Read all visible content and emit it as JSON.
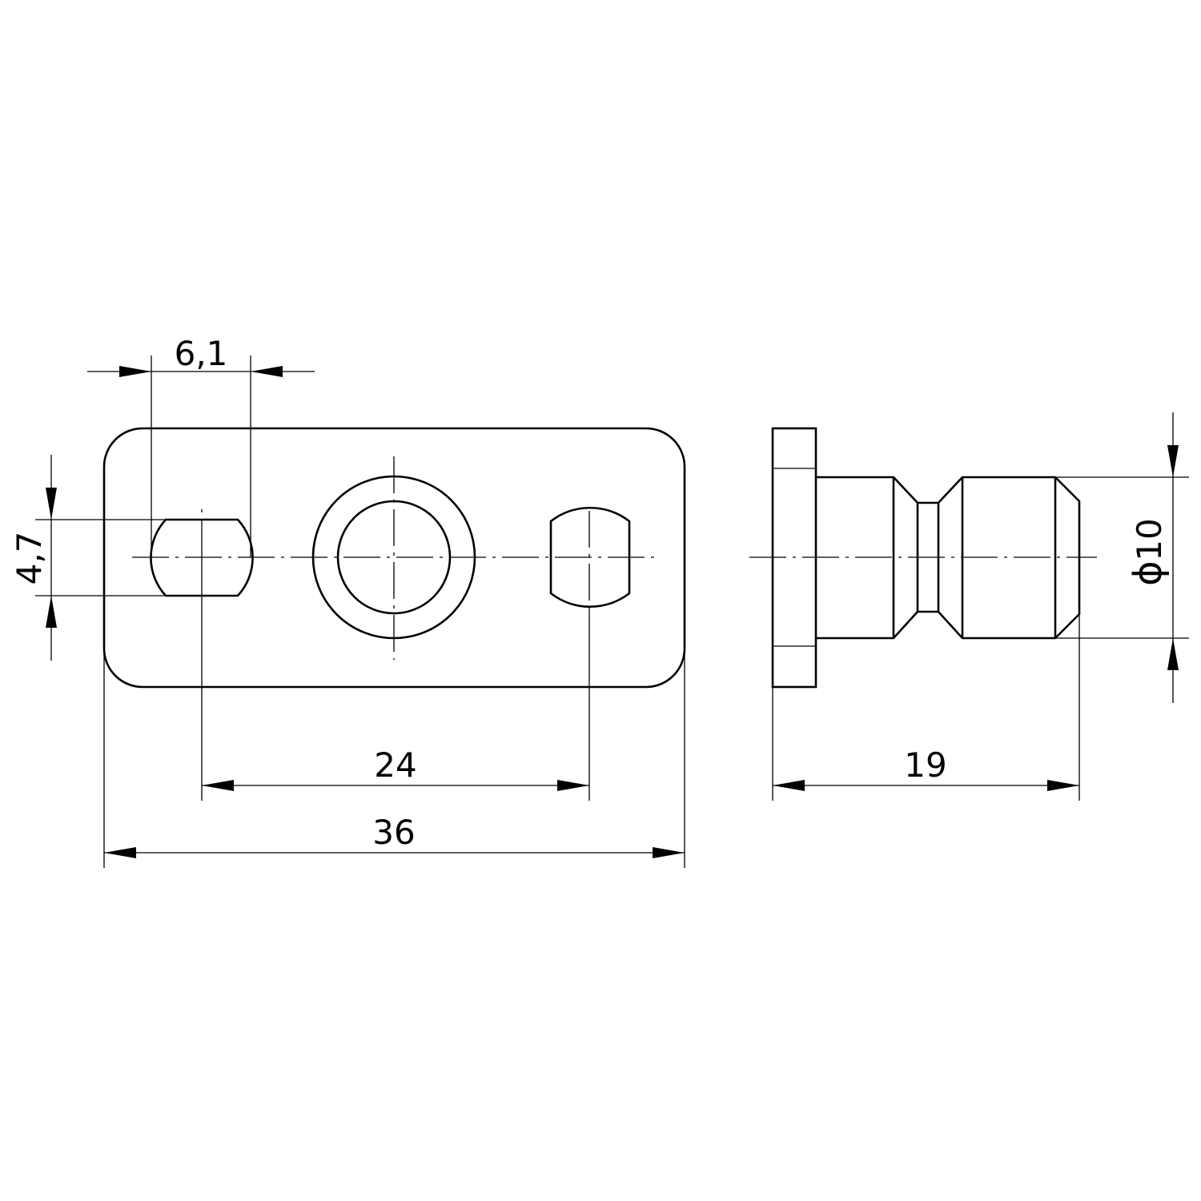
{
  "drawing": {
    "type": "technical-drawing",
    "views": {
      "front": {
        "label": "front-view"
      },
      "side": {
        "label": "side-view"
      }
    },
    "dimensions": {
      "slot_width": "6,1",
      "slot_height": "4,7",
      "hole_spacing": "24",
      "overall_length": "36",
      "overall_depth": "19",
      "pin_diameter_symbol": "ϕ",
      "pin_diameter_value": "10"
    },
    "colors": {
      "line": "#000000",
      "background": "#ffffff"
    }
  }
}
